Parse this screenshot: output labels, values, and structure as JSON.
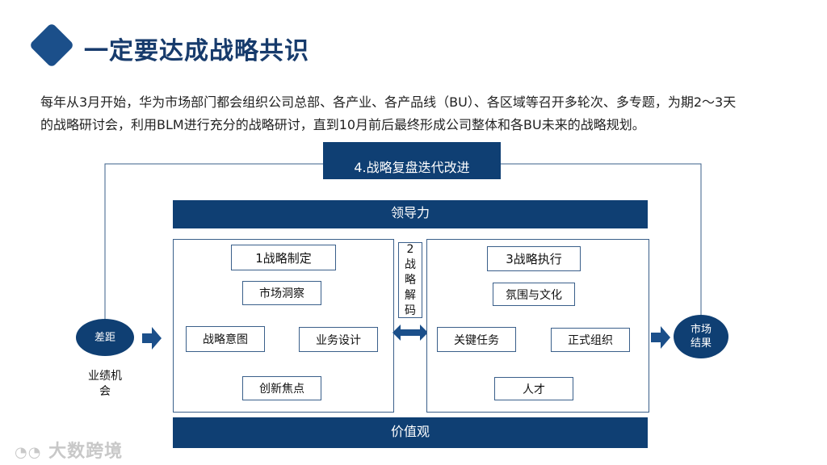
{
  "title": "一定要达成战略共识",
  "intro": {
    "line1": "每年从3月开始，华为市场部门都会组织公司总部、各产业、各产品线（BU）、各区域等召开多轮次、多专题，为期2～3天",
    "line2": "的战略研讨会，利用BLM进行充分的战略研讨，直到10月前后最终形成公司整体和各BU未来的战略规划。"
  },
  "diagram": {
    "loop_label": "4.战略复盘迭代改进",
    "leadership": "领导力",
    "values": "价值观",
    "gap": "差距",
    "opportunity": "业绩机会",
    "result_line1": "市场",
    "result_line2": "结果",
    "decode_number": "2",
    "decode_chars": [
      "战",
      "略",
      "解",
      "码"
    ],
    "formulation": {
      "title": "1战略制定",
      "top": "市场洞察",
      "left": "战略意图",
      "right": "业务设计",
      "bottom": "创新焦点"
    },
    "execution": {
      "title": "3战略执行",
      "top": "氛围与文化",
      "left": "关键任务",
      "right": "正式组织",
      "bottom": "人才"
    }
  },
  "watermark": "大数跨境",
  "colors": {
    "primary": "#0f3f73",
    "title": "#173b6c",
    "line": "#3a5f8a"
  }
}
